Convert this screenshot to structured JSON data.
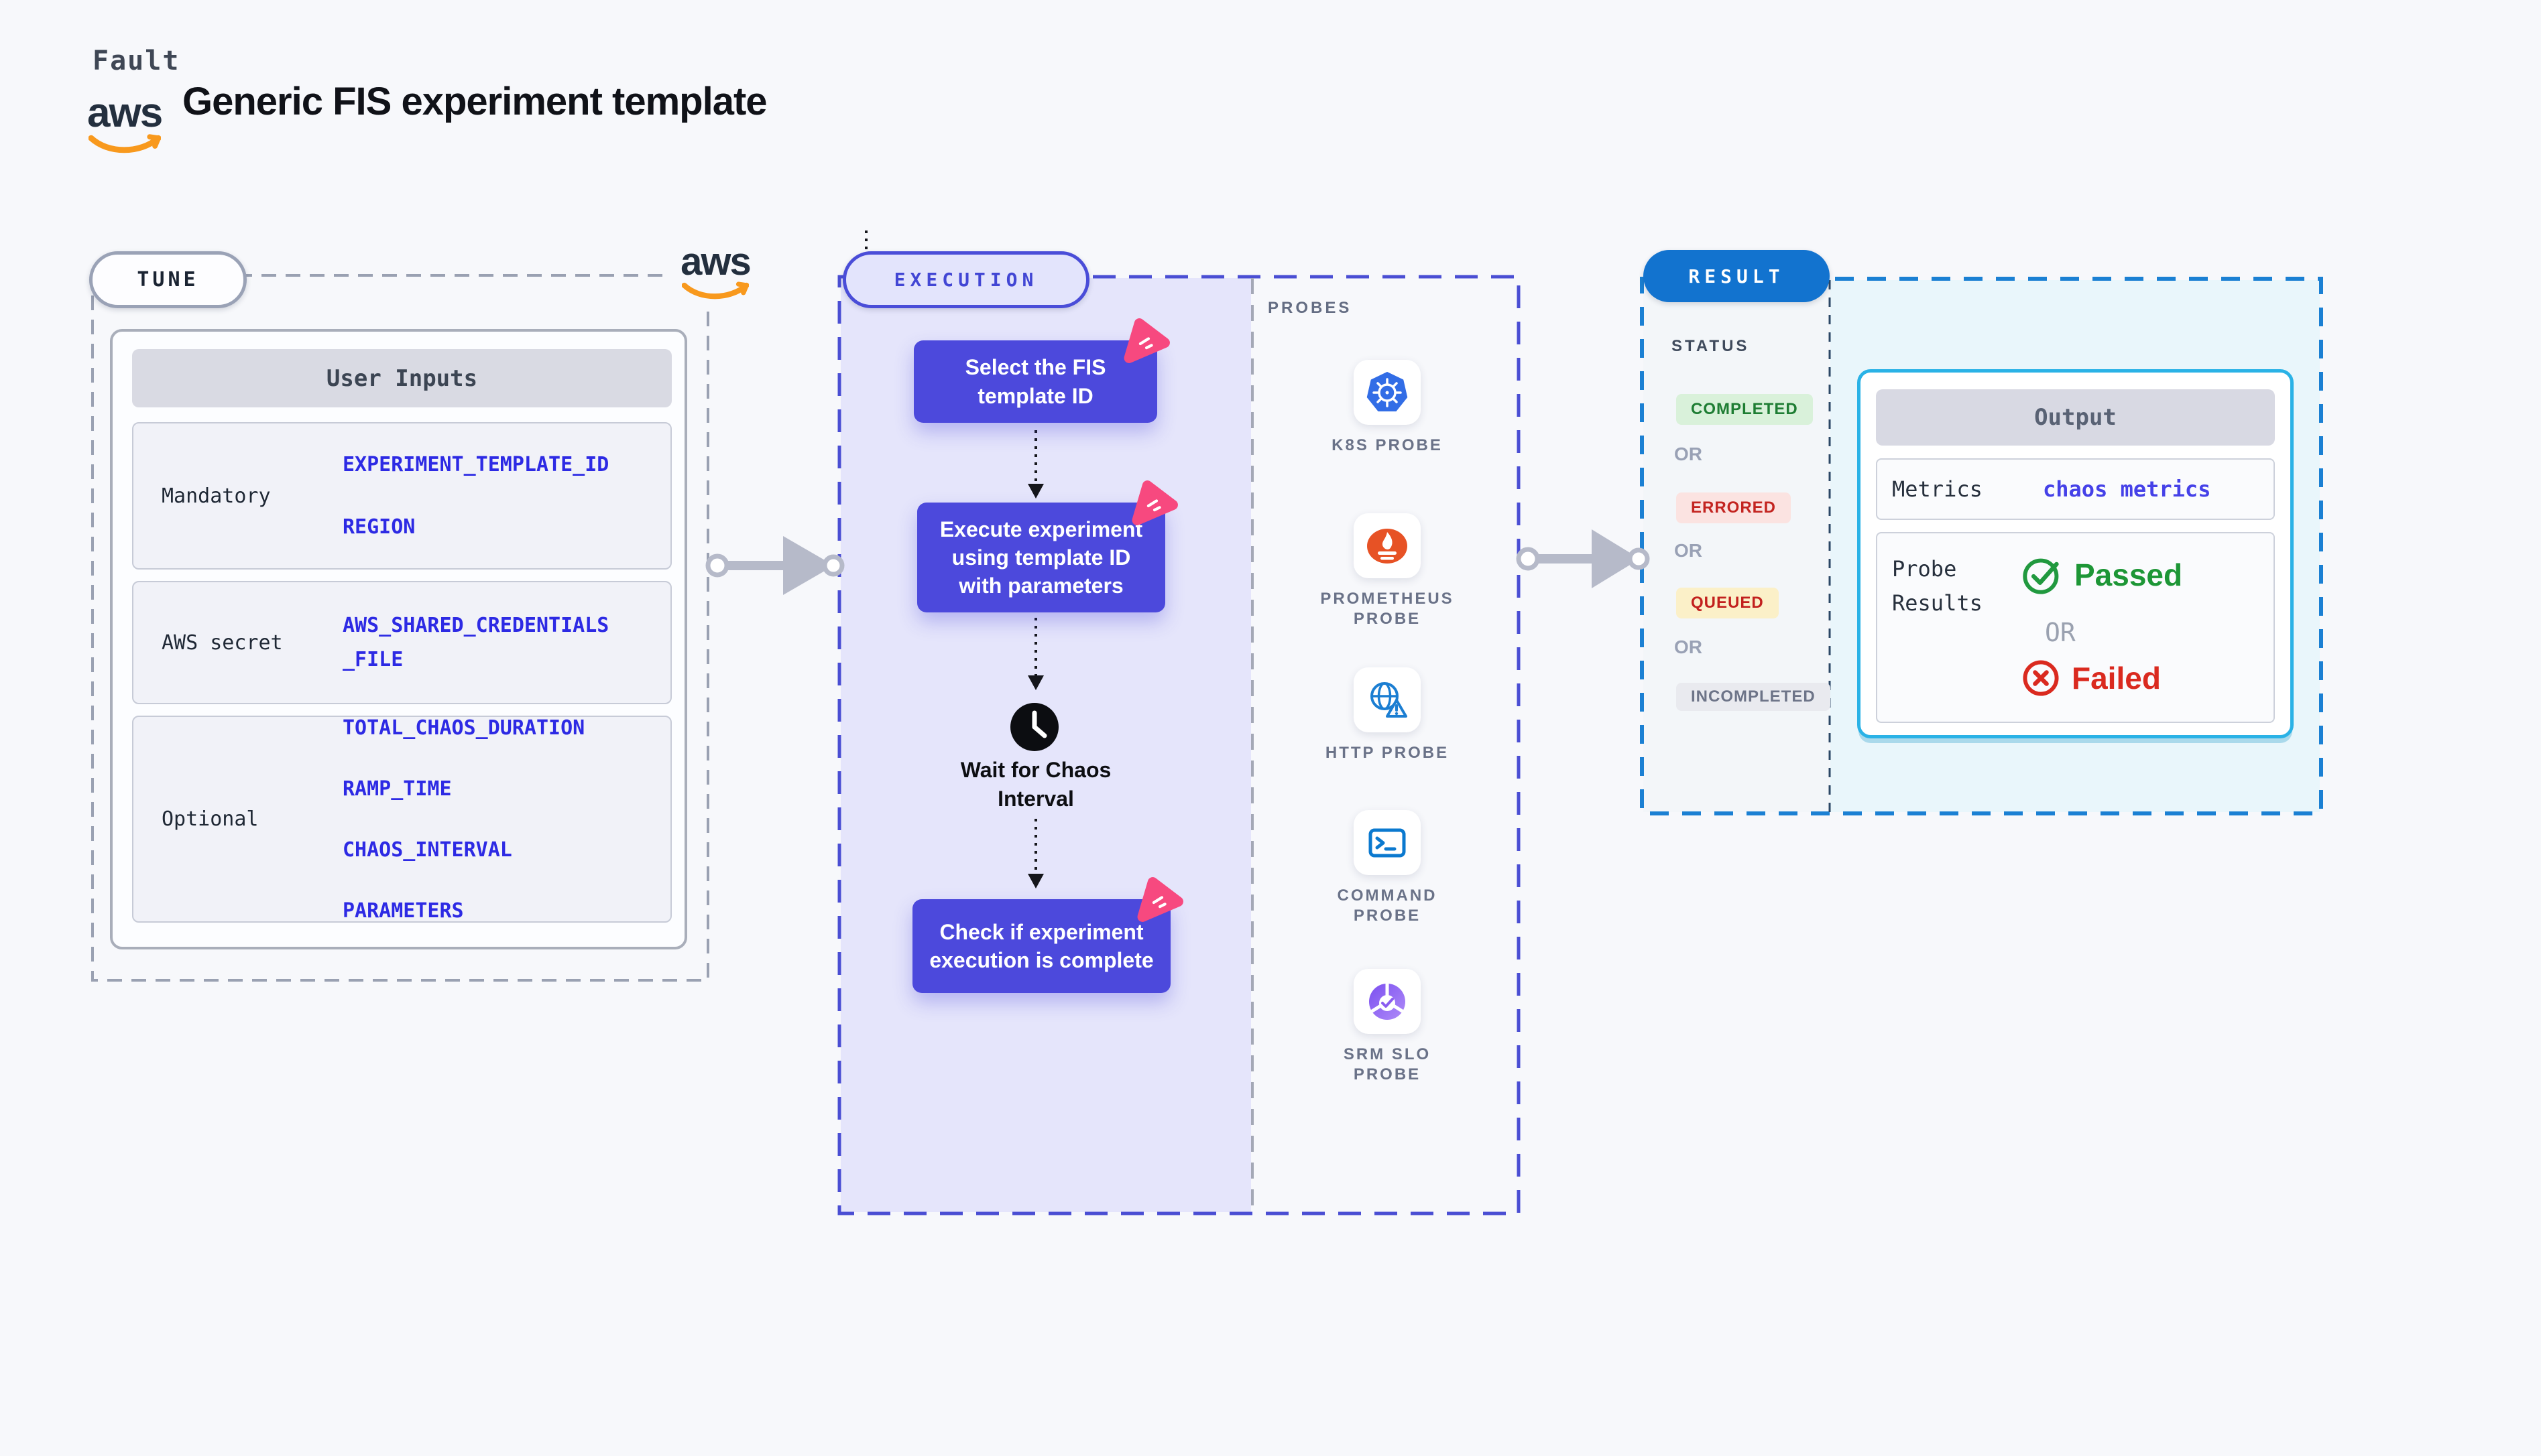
{
  "header": {
    "brand": "Fault",
    "title": "Generic FIS experiment template"
  },
  "aws": {
    "wordmark": "aws"
  },
  "tune": {
    "label": "TUNE",
    "user_inputs": {
      "header": "User Inputs",
      "rows": [
        {
          "label": "Mandatory",
          "values": [
            "EXPERIMENT_TEMPLATE_ID",
            "REGION"
          ]
        },
        {
          "label": "AWS secret",
          "values": [
            "AWS_SHARED_CREDENTIALS_FILE"
          ]
        },
        {
          "label": "Optional",
          "values": [
            "TOTAL_CHAOS_DURATION",
            "RAMP_TIME",
            "CHAOS_INTERVAL",
            "PARAMETERS"
          ]
        }
      ]
    }
  },
  "execution": {
    "label": "EXECUTION",
    "steps": [
      "Select the FIS template ID",
      "Execute experiment using template ID with parameters",
      "Wait for Chaos Interval",
      "Check if experiment execution is complete"
    ]
  },
  "probes": {
    "label": "PROBES",
    "items": [
      {
        "icon": "kubernetes-icon",
        "label": "K8S PROBE"
      },
      {
        "icon": "prometheus-icon",
        "label": "PROMETHEUS PROBE"
      },
      {
        "icon": "globe-warning-icon",
        "label": "HTTP PROBE"
      },
      {
        "icon": "terminal-icon",
        "label": "COMMAND PROBE"
      },
      {
        "icon": "slo-pie-icon",
        "label": "SRM SLO PROBE"
      }
    ]
  },
  "result": {
    "label": "RESULT",
    "status": {
      "label": "STATUS",
      "or": "OR",
      "badges": [
        {
          "text": "COMPLETED",
          "fg": "#1e7d33",
          "bg": "#d9f1da"
        },
        {
          "text": "ERRORED",
          "fg": "#c32420",
          "bg": "#fbe3e1"
        },
        {
          "text": "QUEUED",
          "fg": "#c2201d",
          "bg": "#fbf0c8"
        },
        {
          "text": "INCOMPLETED",
          "fg": "#6d7488",
          "bg": "#e9eaef"
        }
      ]
    },
    "output": {
      "header": "Output",
      "metrics_label": "Metrics",
      "metrics_value": "chaos metrics",
      "probe_results_label": "Probe Results",
      "passed": "Passed",
      "or": "OR",
      "failed": "Failed"
    }
  },
  "colors": {
    "page_bg": "#f7f8fb",
    "lavender": "#e5e5fb",
    "indigo": "#4a4ed3",
    "step_purple": "#4c49dc",
    "pink_badge": "#f7497f",
    "arrow_gray": "#b6bac9",
    "result_blue": "#1273cf",
    "cyan_border": "#2ab2e6",
    "cyan_bg": "#e9f6fb",
    "value_blue": "#2d2ae4",
    "passed_green": "#1d9636",
    "failed_red": "#da2a1f",
    "aws_orange": "#f8991d"
  }
}
